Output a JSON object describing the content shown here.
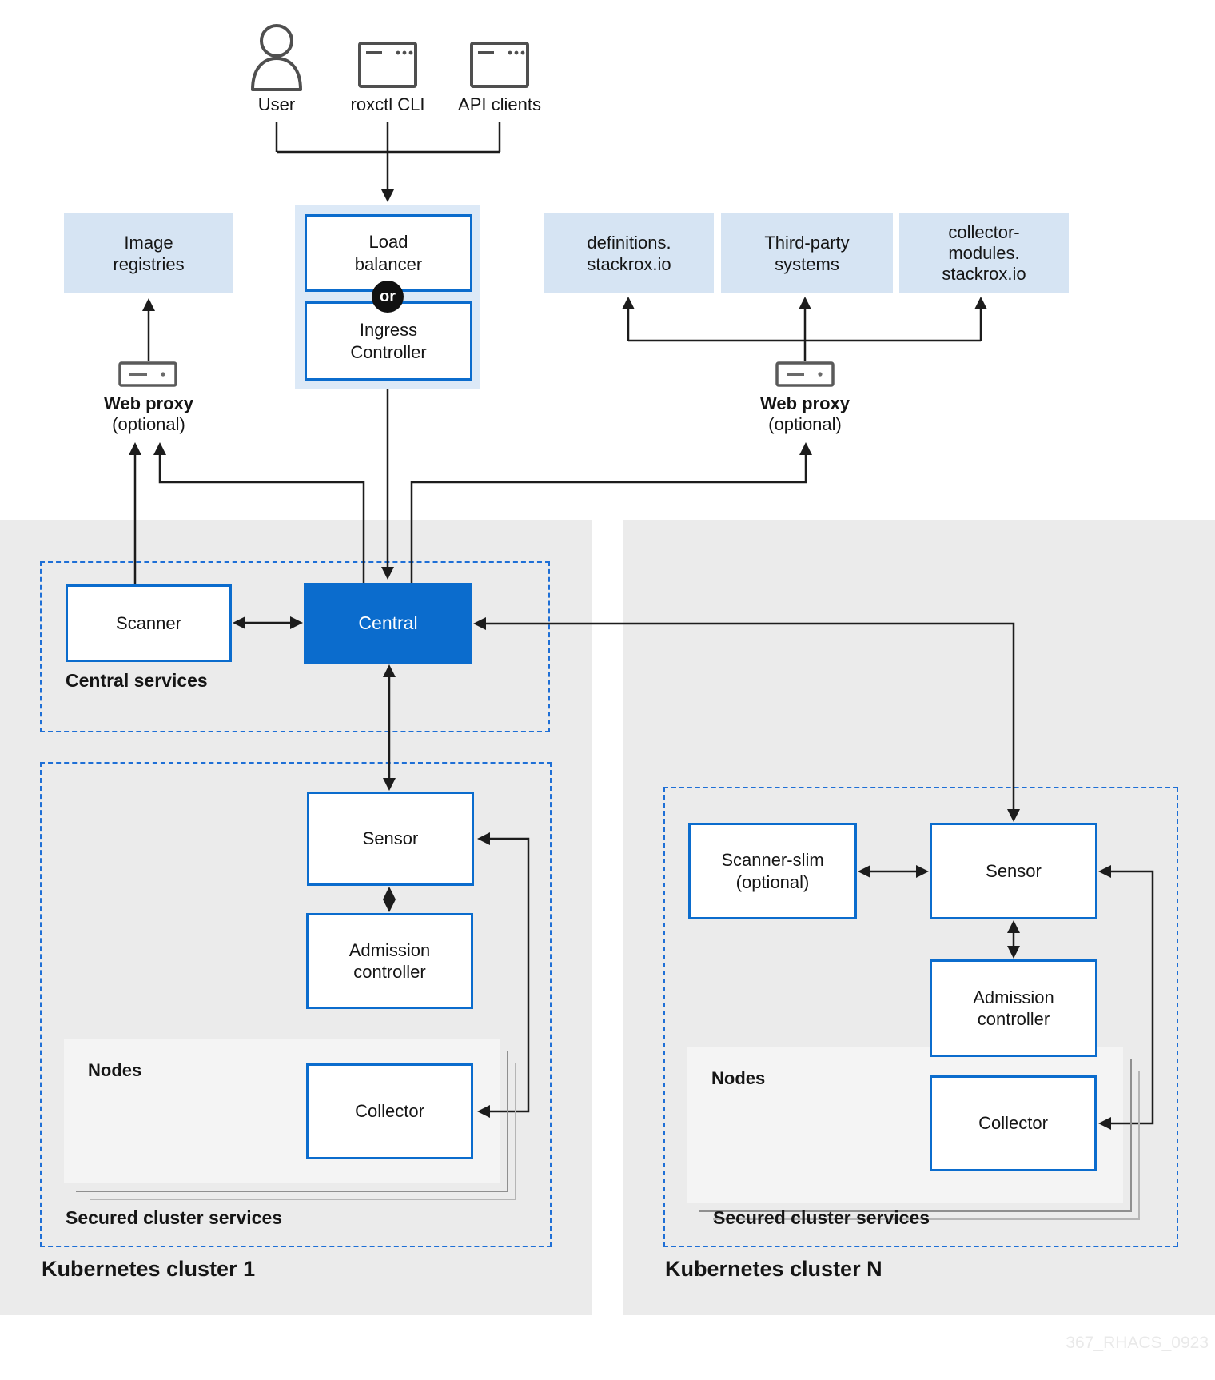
{
  "watermark": "367_RHACS_0923",
  "colors": {
    "accent_blue": "#0b6ccd",
    "light_blue_fill": "#d6e4f3",
    "cluster_panel_gray": "#ebebeb",
    "nodes_panel_gray": "#f4f4f4",
    "line_black": "#1c1c1c",
    "dashed_border_blue": "#1e6fd6"
  },
  "sources": {
    "user": "User",
    "roxctl": "roxctl CLI",
    "api": "API clients"
  },
  "gateway": {
    "load_balancer_line1": "Load",
    "load_balancer_line2": "balancer",
    "or": "or",
    "ingress_line1": "Ingress",
    "ingress_line2": "Controller"
  },
  "externals": {
    "image_registries": {
      "line1": "Image",
      "line2": "registries"
    },
    "definitions": {
      "line1": "definitions.",
      "line2": "stackrox.io"
    },
    "third_party": {
      "line1": "Third-party",
      "line2": "systems"
    },
    "collector_modules": {
      "line1": "collector-",
      "line2": "modules.",
      "line3": "stackrox.io"
    }
  },
  "web_proxy": {
    "label": "Web proxy",
    "optional": "(optional)"
  },
  "central_services": {
    "label": "Central services",
    "scanner": "Scanner",
    "central": "Central"
  },
  "clusters": {
    "one": {
      "name": "Kubernetes cluster 1",
      "secured_label": "Secured cluster services",
      "sensor": "Sensor",
      "admission_line1": "Admission",
      "admission_line2": "controller",
      "nodes": "Nodes",
      "collector": "Collector"
    },
    "n": {
      "name": "Kubernetes cluster N",
      "secured_label": "Secured cluster services",
      "scanner_slim": "Scanner-slim",
      "scanner_slim_optional": "(optional)",
      "sensor": "Sensor",
      "admission_line1": "Admission",
      "admission_line2": "controller",
      "nodes": "Nodes",
      "collector": "Collector"
    }
  }
}
